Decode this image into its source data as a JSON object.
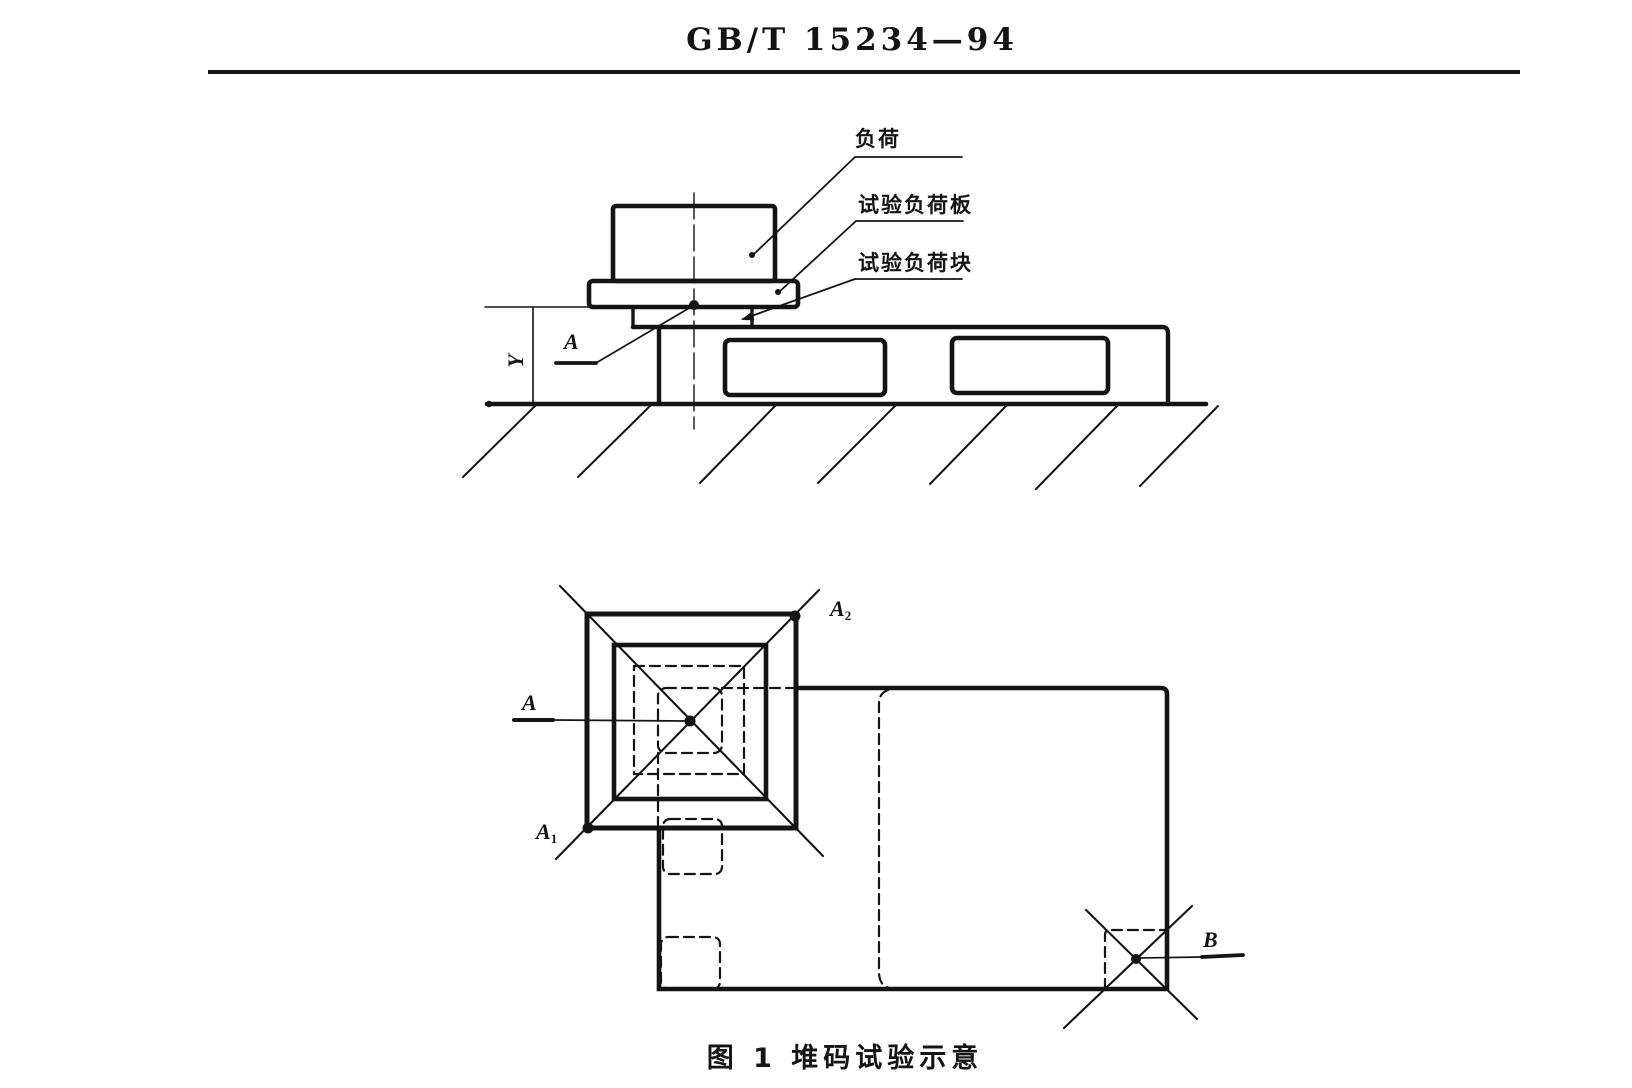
{
  "page": {
    "ink_color": "#141414",
    "background_color": "#ffffff"
  },
  "header": {
    "standard_code": "GB/T 15234—94"
  },
  "side_view": {
    "labels": {
      "load": "负荷",
      "test_load_plate": "试验负荷板",
      "test_load_block": "试验负荷块",
      "point_a": "A",
      "height_y": "Y"
    }
  },
  "top_view": {
    "labels": {
      "point_a": "A",
      "point_a1": {
        "main": "A",
        "sub": "1"
      },
      "point_a2": {
        "main": "A",
        "sub": "2"
      },
      "point_b": "B"
    }
  },
  "figure": {
    "caption": "图 1  堆码试验示意"
  }
}
